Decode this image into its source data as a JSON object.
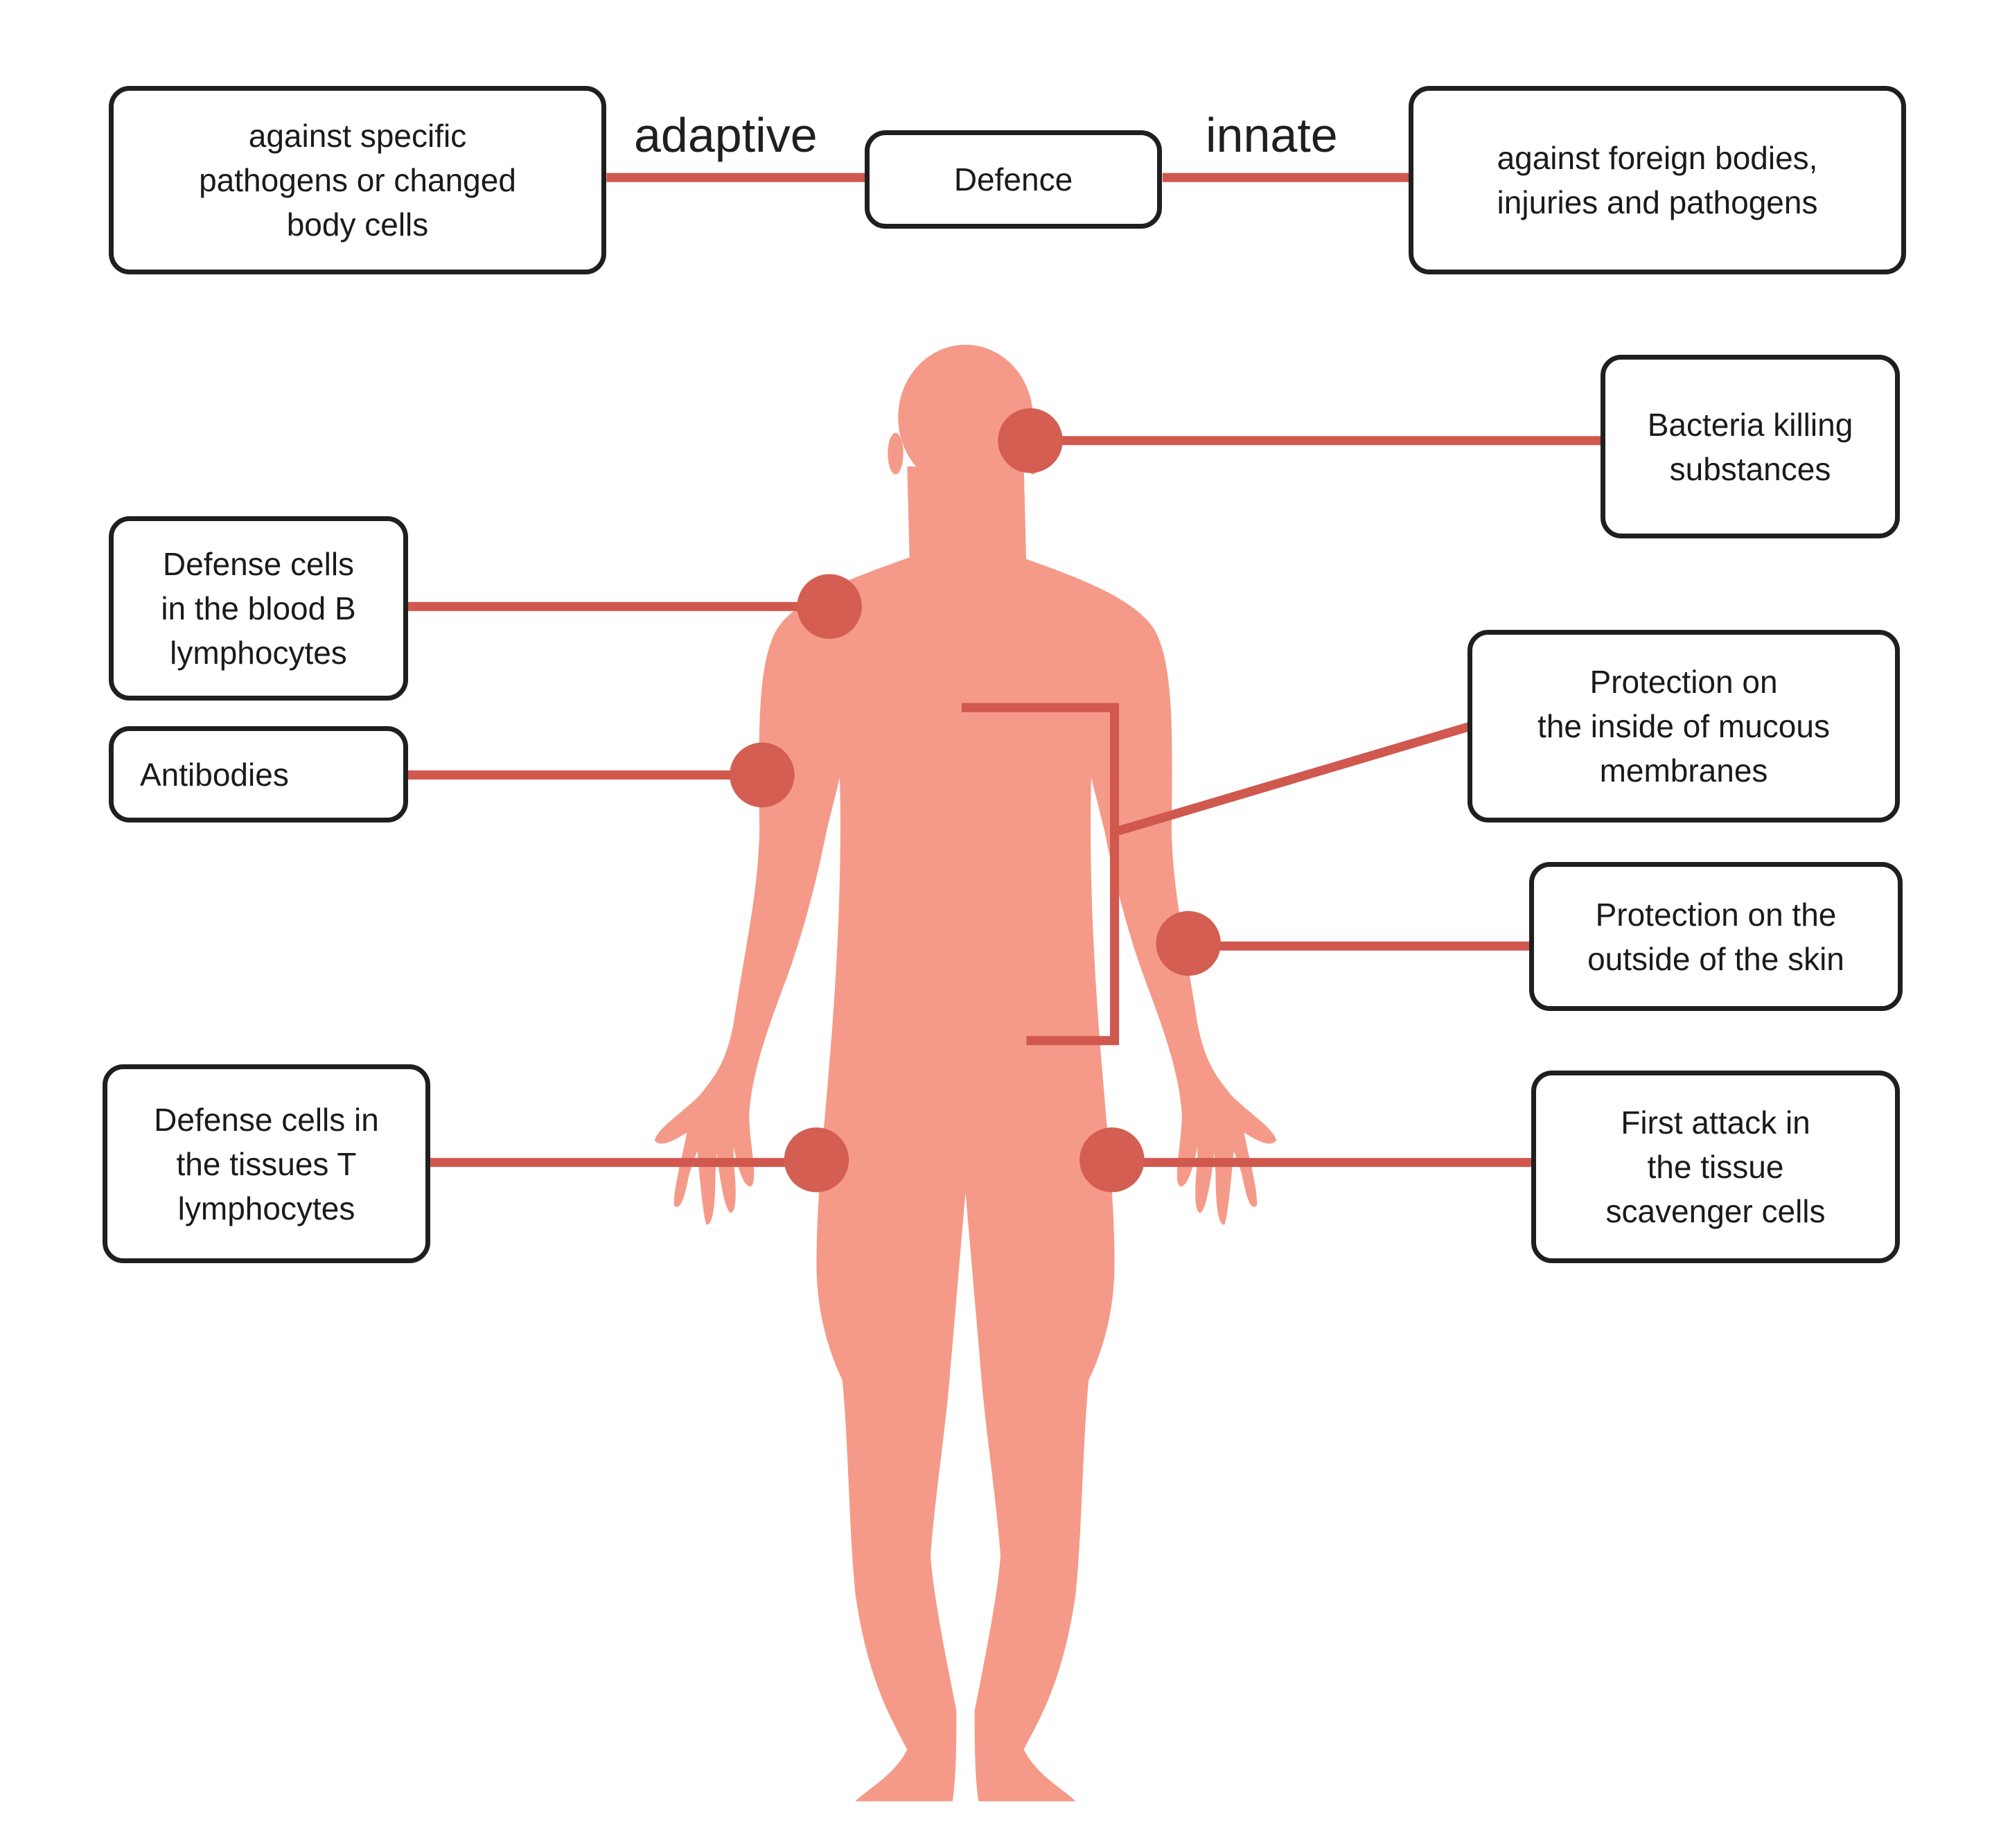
{
  "colors": {
    "body": "#f59a88",
    "connector": "#d0584e",
    "marker": "#d45e52",
    "box_border": "#1f1f1f"
  },
  "header": {
    "center": "Defence",
    "left_branch": "adaptive",
    "right_branch": "innate",
    "left_desc": "against specific\npathogens or changed\nbody cells",
    "right_desc": "against foreign bodies,\ninjuries and pathogens"
  },
  "labels": {
    "bacteria": "Bacteria killing\nsubstances",
    "b_cells": "Defense cells\nin the blood B\nlymphocytes",
    "antibodies": "Antibodies",
    "mucous": "Protection on\nthe inside of mucous\nmembranes",
    "skin": "Protection on the\noutside of the skin",
    "t_cells": "Defense cells in\nthe tissues T\nlymphocytes",
    "scavenger": "First attack in\nthe tissue\nscavenger cells"
  }
}
